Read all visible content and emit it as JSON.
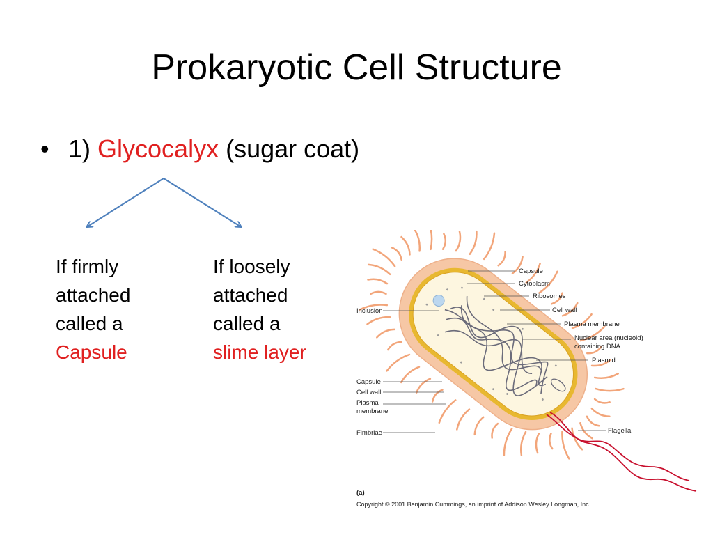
{
  "slide": {
    "title": "Prokaryotic Cell Structure",
    "bullet": {
      "marker": "•",
      "number": "1)",
      "term": "Glycocalyx",
      "description": "(sugar coat)"
    },
    "branches": [
      {
        "lines": [
          "If firmly",
          "attached",
          "called a"
        ],
        "term": "Capsule"
      },
      {
        "lines": [
          "If loosely",
          "attached",
          "called a"
        ],
        "term": "slime layer"
      }
    ]
  },
  "diagram": {
    "labels_right": [
      "Capsule",
      "Cytoplasm",
      "Ribosomes",
      "Cell wall",
      "Plasma membrane",
      "Nuclear area (nucleoid)",
      "containing DNA",
      "Plasmid",
      "Flagella"
    ],
    "labels_left": [
      "Inclusion",
      "Capsule",
      "Cell wall",
      "Plasma",
      "membrane",
      "Fimbriae"
    ],
    "panel_label": "(a)",
    "copyright": "Copyright © 2001 Benjamin Cummings, an imprint of Addison Wesley Longman, Inc."
  },
  "colors": {
    "highlight": "#e02020",
    "arrow": "#4f81bd",
    "capsule": "#f6c7a5",
    "cell_wall": "#e8b830",
    "cytoplasm": "#fdf6e0",
    "flagella": "#c8102e"
  }
}
